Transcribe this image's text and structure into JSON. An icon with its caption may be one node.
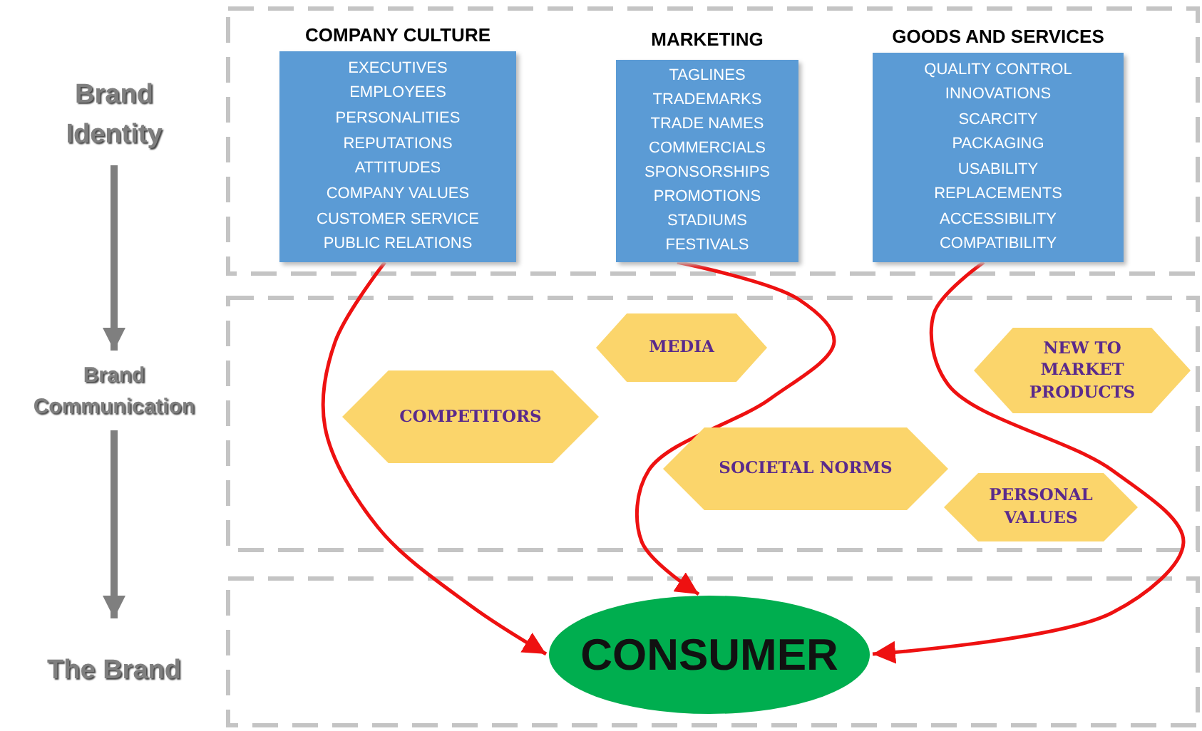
{
  "diagram": {
    "nodes": [
      {
        "text": [
          "Brand Identity"
        ]
      },
      {
        "text": [
          "Brand Communication"
        ]
      },
      {
        "text": [
          "The Brand"
        ]
      },
      {
        "text": [
          "COMPANY CULTURE",
          "EXECUTIVES",
          "EMPLOYEES",
          "PERSONALITIES",
          "REPUTATIONS",
          "ATTITUDES",
          "COMPANY VALUES",
          "CUSTOMER SERVICE",
          "PUBLIC RELATIONS"
        ]
      },
      {
        "text": [
          "MARKETING",
          "TAGLINES",
          "TRADEMARKS",
          "TRADE NAMES",
          "COMMERCIALS",
          "SPONSORSHIPS",
          "PROMOTIONS",
          "STADIUMS",
          "FESTIVALS"
        ]
      },
      {
        "text": [
          "GOODS AND SERVICES",
          "QUALITY CONTROL",
          "INNOVATIONS",
          "SCARCITY",
          "PACKAGING",
          "USABILITY",
          "REPLACEMENTS",
          "ACCESSIBILITY",
          "COMPATIBILITY"
        ]
      },
      {
        "text": [
          "MEDIA"
        ]
      },
      {
        "text": [
          "COMPETITORS"
        ]
      },
      {
        "text": [
          "NEW TO MARKET PRODUCTS"
        ]
      },
      {
        "text": [
          "SOCIETAL NORMS"
        ]
      },
      {
        "text": [
          "PERSONAL VALUES"
        ]
      },
      {
        "text": [
          "CONSUMER"
        ]
      }
    ],
    "edges": [
      {
        "from": 0,
        "to": 1,
        "arrow": "to",
        "style": "thick",
        "color": "#7f7f7f"
      },
      {
        "from": 1,
        "to": 2,
        "arrow": "to",
        "style": "thick",
        "color": "#7f7f7f"
      },
      {
        "from": 3,
        "to": 11,
        "arrow": "to"
      },
      {
        "from": 4,
        "to": 11,
        "arrow": "to"
      },
      {
        "from": 5,
        "to": 11,
        "arrow": "to"
      }
    ]
  }
}
